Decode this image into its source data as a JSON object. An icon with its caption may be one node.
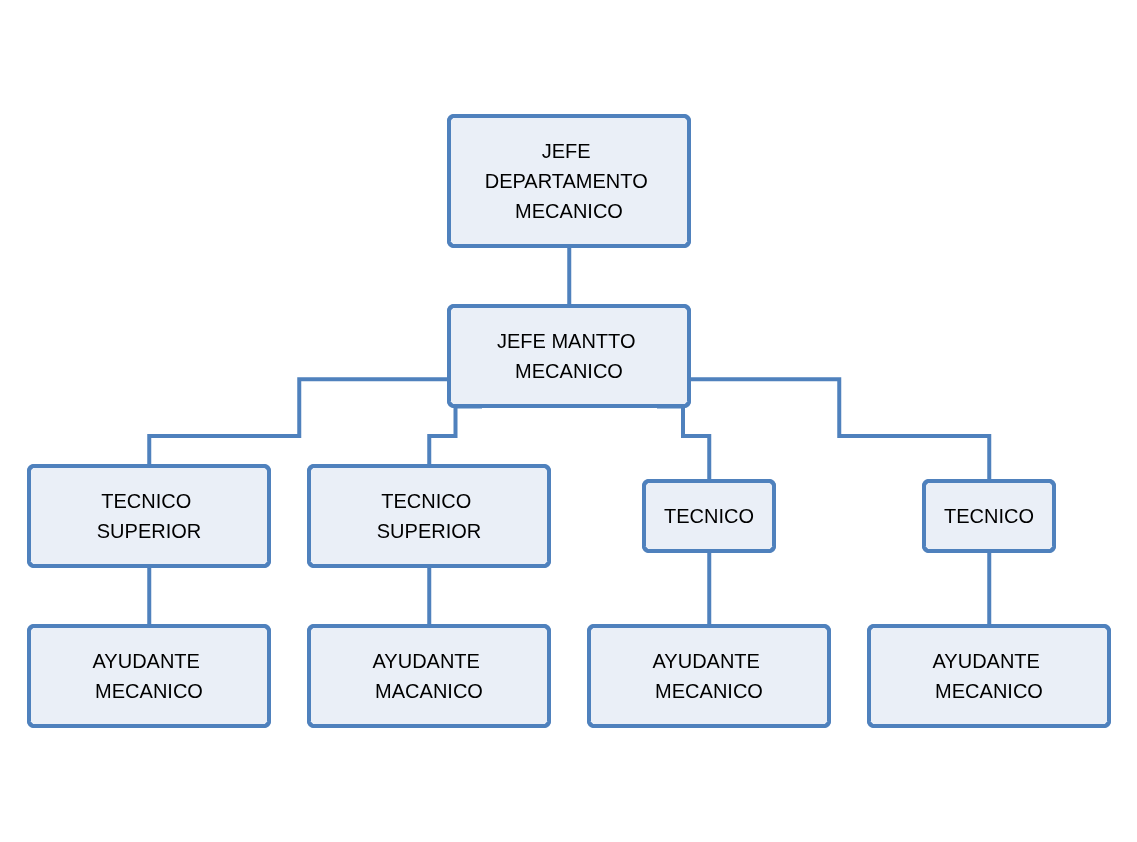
{
  "diagram": {
    "nodes": [
      {
        "text": [
          "JEFE DEPARTAMENTO MECANICO"
        ]
      },
      {
        "text": [
          "JEFE MANTTO MECANICO"
        ]
      },
      {
        "text": [
          "TECNICO SUPERIOR"
        ]
      },
      {
        "text": [
          "TECNICO SUPERIOR"
        ]
      },
      {
        "text": [
          "TECNICO"
        ]
      },
      {
        "text": [
          "TECNICO"
        ]
      },
      {
        "text": [
          "AYUDANTE MECANICO"
        ]
      },
      {
        "text": [
          "AYUDANTE MACANICO"
        ]
      },
      {
        "text": [
          "AYUDANTE MECANICO"
        ]
      },
      {
        "text": [
          "AYUDANTE MECANICO"
        ]
      }
    ],
    "edges": [
      {
        "from": 0,
        "to": 1,
        "arrow": "none"
      },
      {
        "from": 1,
        "to": 2,
        "arrow": "none"
      },
      {
        "from": 1,
        "to": 3,
        "arrow": "none"
      },
      {
        "from": 1,
        "to": 4,
        "arrow": "none"
      },
      {
        "from": 1,
        "to": 5,
        "arrow": "none"
      },
      {
        "from": 2,
        "to": 6,
        "arrow": "none"
      },
      {
        "from": 3,
        "to": 7,
        "arrow": "none"
      },
      {
        "from": 4,
        "to": 8,
        "arrow": "none"
      },
      {
        "from": 5,
        "to": 9,
        "arrow": "none"
      }
    ]
  }
}
